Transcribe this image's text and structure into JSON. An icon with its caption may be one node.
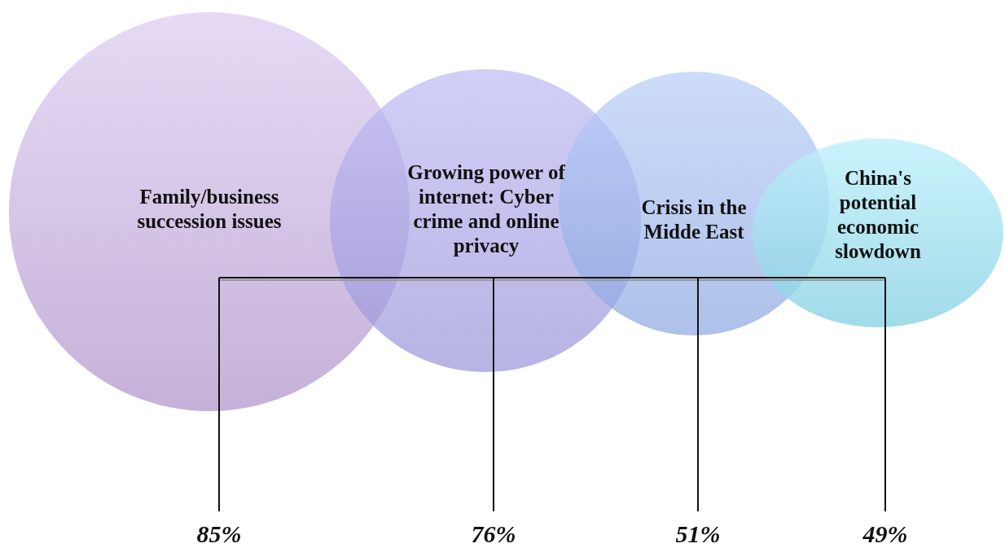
{
  "diagram": {
    "nodes": [
      {
        "text": [
          "Family/business succession issues"
        ]
      },
      {
        "text": [
          "Growing power of internet: Cyber crime and online privacy"
        ]
      },
      {
        "text": [
          "Crisis in the Midde East"
        ]
      },
      {
        "text": [
          "China's potential economic slowdown"
        ]
      }
    ],
    "labels": [
      "85%",
      "76%",
      "51%",
      "49%"
    ]
  }
}
